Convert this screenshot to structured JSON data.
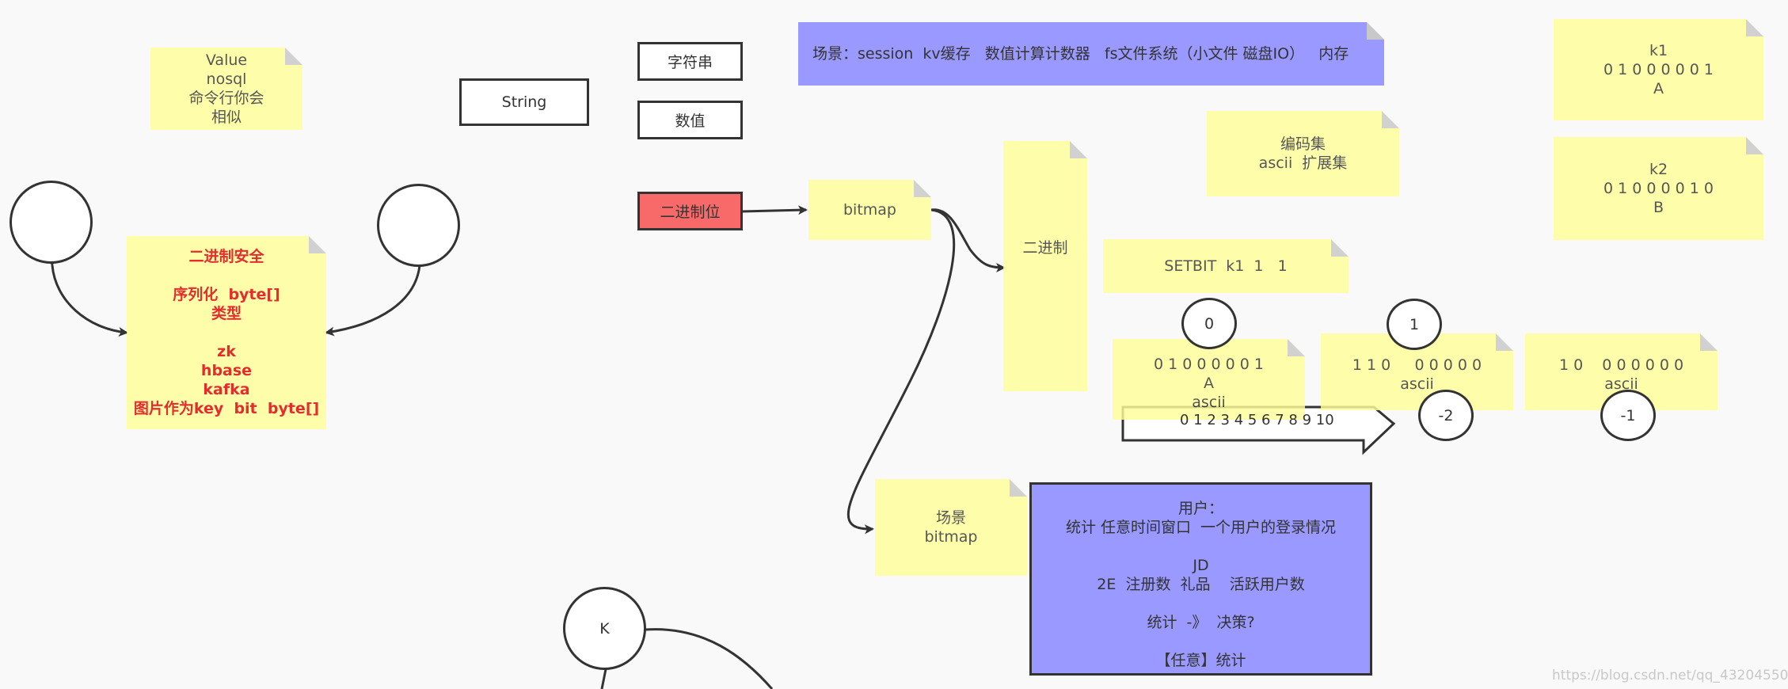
{
  "notes": {
    "value": [
      "Value",
      "nosql",
      "命令行你会",
      "相似"
    ],
    "binary_safe": [
      "二进制安全",
      "",
      "序列化  byte[]",
      "类型",
      "",
      "zk",
      "hbase",
      "kafka",
      "图片作为key  bit  byte[]"
    ],
    "scene_top": "场景：session  kv缓存   数值计算计数器   fs文件系统（小文件 磁盘IO）   内存",
    "k1": [
      "k1",
      "0 1 0 0 0 0 0 1",
      "A"
    ],
    "k2": [
      "k2",
      "0 1 0 0 0 0 1 0",
      "B"
    ],
    "encoding": [
      "编码集",
      "ascii  扩展集"
    ],
    "binary": "二进制",
    "setbit": "SETBIT  k1  1   1",
    "byte_a": [
      "0 1 0 0 0 0 0 1",
      "A",
      "ascii"
    ],
    "byte_110": [
      "1 1 0     0 0 0 0 0",
      "ascii"
    ],
    "byte_10": [
      "1 0    0 0 0 0 0 0",
      "ascii"
    ],
    "bitmap": "bitmap",
    "scene_bitmap": [
      "场景",
      "bitmap"
    ],
    "users": [
      "用户：",
      "统计 任意时间窗口  一个用户的登录情况",
      "",
      "JD",
      "2E  注册数  礼品    活跃用户数",
      "",
      "统计  -》  决策?",
      "",
      "【任意】统计"
    ]
  },
  "boxes": {
    "string": "String",
    "zifuchuan": "字符串",
    "shuzhi": "数值",
    "binary_bits": "二进制位"
  },
  "circles": {
    "zero": "0",
    "one": "1",
    "minus_two": "-2",
    "minus_one": "-1",
    "k": "K"
  },
  "index_arrow": "0 1 2 3 4 5 6 7 8 9 10",
  "watermark": "https://blog.csdn.net/qq_43204550"
}
